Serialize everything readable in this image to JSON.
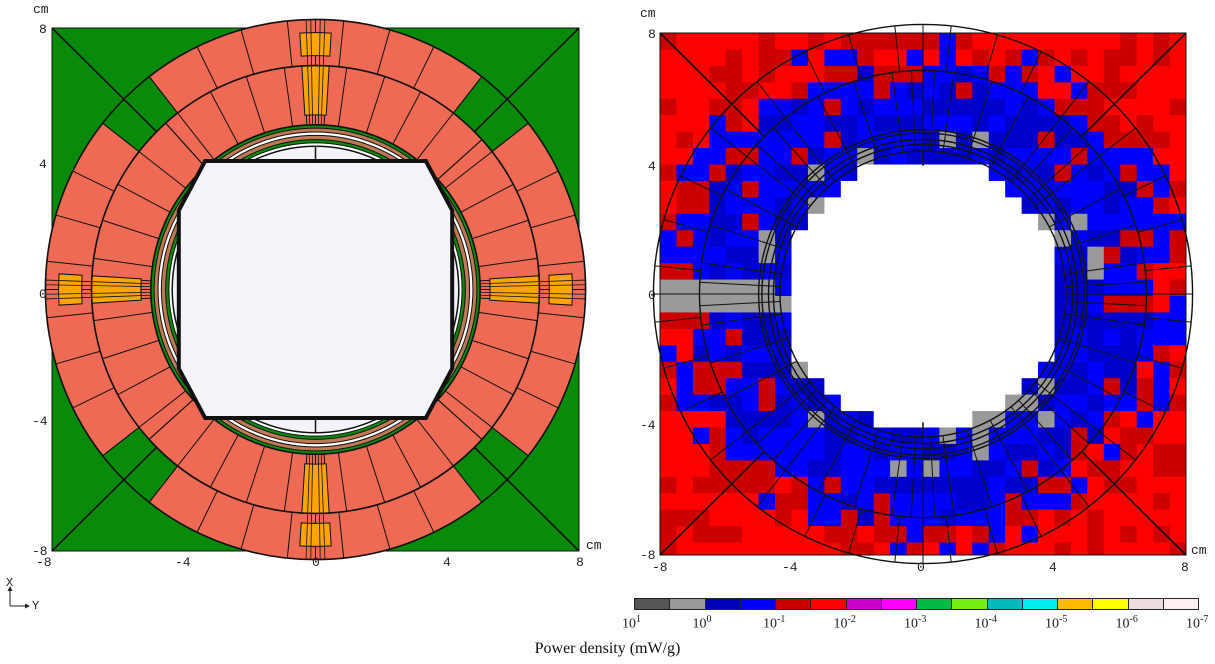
{
  "left_plot": {
    "unit_label": "cm",
    "x_ticks": [
      "-8",
      "-4",
      "0",
      "4",
      "8"
    ],
    "y_ticks": [
      "8",
      "4",
      "0",
      "-4",
      "-8"
    ],
    "colors": {
      "green": "#0a8a0a",
      "salmon": "#ee6a55",
      "orange": "#ffa500",
      "void": "#f2f4fa",
      "copper": "#c07855"
    }
  },
  "right_plot": {
    "unit_label": "cm",
    "x_ticks": [
      "-8",
      "-4",
      "0",
      "4",
      "8"
    ],
    "y_ticks": [
      "8",
      "4",
      "0",
      "-4",
      "-8"
    ],
    "colors": {
      "red": "#ff0000",
      "dark_red": "#cc0000",
      "blue": "#0000ff",
      "dark_blue": "#0000cc",
      "gray": "#999999",
      "void": "#ffffff"
    }
  },
  "axes_indicator": {
    "x": "X",
    "y": "Y"
  },
  "colorbar": {
    "title": "Power density (mW/g)",
    "base": "10",
    "exponents": [
      "1",
      "0",
      "-1",
      "-2",
      "-3",
      "-4",
      "-5",
      "-6",
      "-7"
    ],
    "colors": [
      "#555555",
      "#999999",
      "#0000bb",
      "#0000ff",
      "#cc0000",
      "#ff0000",
      "#cc00cc",
      "#ff00ff",
      "#00bb44",
      "#77ee11",
      "#00bbbb",
      "#00eeee",
      "#ffbb00",
      "#ffff00",
      "#eedddd",
      "#fff0f0"
    ]
  }
}
